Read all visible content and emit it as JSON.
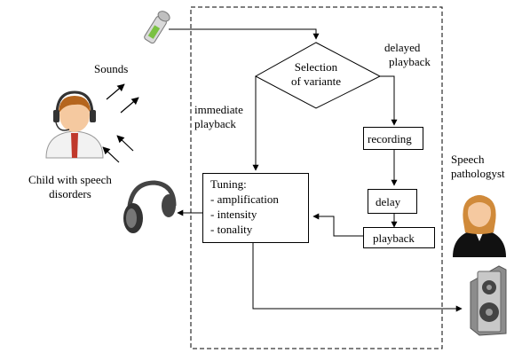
{
  "sounds_label": "Sounds",
  "child_label": [
    "Child with speech",
    "disorders"
  ],
  "immediate_label": [
    "immediate",
    "playback"
  ],
  "delayed_label": [
    "delayed",
    "playback"
  ],
  "decision_label": [
    "Selection",
    "of variante"
  ],
  "recording_label": "recording",
  "delay_label": "delay",
  "playback_label": "playback",
  "tuning": {
    "title": "Tuning:",
    "items": [
      "- amplification",
      "- intensity",
      "- tonality"
    ]
  },
  "pathologist_label": [
    "Speech",
    "pathologyst"
  ],
  "icons": {
    "microphone": "microphone-icon",
    "child": "child-with-headset-icon",
    "headphones": "headphones-icon",
    "pathologist": "pathologist-avatar-icon",
    "speaker": "speaker-icon"
  },
  "colors": {
    "stroke": "#000000",
    "mic_green": "#7ac142",
    "shirt_red": "#c0392b",
    "hair_brown": "#b5651d"
  }
}
